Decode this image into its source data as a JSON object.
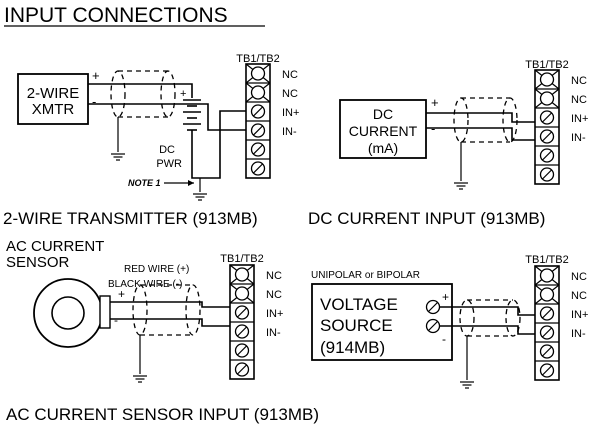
{
  "main_title": "INPUT CONNECTIONS",
  "terminal_block": {
    "label": "TB1/TB2",
    "terminals": [
      "NC",
      "NC",
      "IN+",
      "IN-"
    ]
  },
  "panels": {
    "two_wire": {
      "device_line1": "2-WIRE",
      "device_line2": "XMTR",
      "plus": "+",
      "minus": "-",
      "supply_plus": "+",
      "supply_line1": "DC",
      "supply_line2": "PWR",
      "note": "NOTE 1",
      "caption": "2-WIRE TRANSMITTER (913MB)"
    },
    "dc_current": {
      "device_line1": "DC",
      "device_line2": "CURRENT",
      "device_line3": "(mA)",
      "plus": "+",
      "minus": "-",
      "caption": "DC CURRENT INPUT (913MB)"
    },
    "ac_sensor": {
      "sensor_line1": "AC CURRENT",
      "sensor_line2": "SENSOR",
      "red_wire": "RED WIRE (+)",
      "black_wire": "BLACK WIRE (-)",
      "plus": "+",
      "minus": "-",
      "caption": "AC CURRENT SENSOR INPUT (913MB)"
    },
    "voltage": {
      "mode_label": "UNIPOLAR or BIPOLAR",
      "device_line1": "VOLTAGE",
      "device_line2": "SOURCE",
      "device_line3": "(914MB)",
      "plus": "+",
      "minus": "-"
    }
  }
}
